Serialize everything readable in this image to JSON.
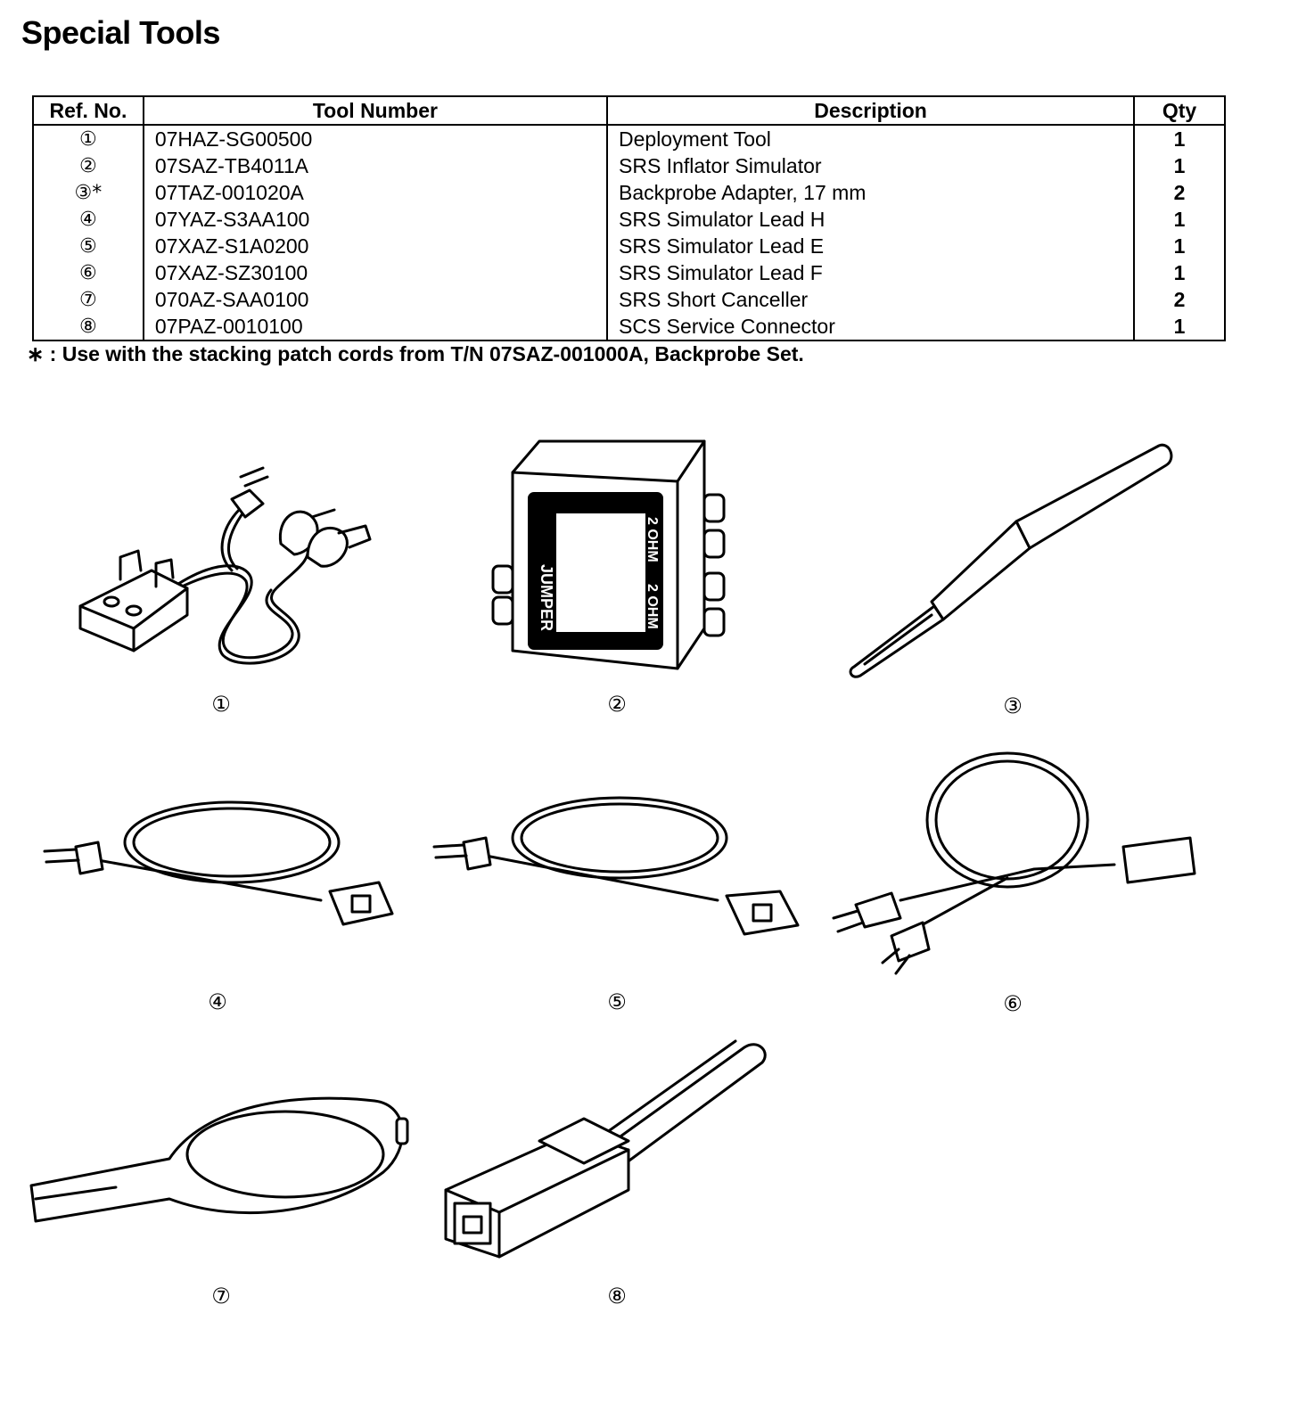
{
  "title": "Special Tools",
  "table": {
    "headers": {
      "ref": "Ref. No.",
      "tool": "Tool Number",
      "desc": "Description",
      "qty": "Qty"
    },
    "rows": [
      {
        "ref": "①",
        "tool": "07HAZ-SG00500",
        "desc": "Deployment Tool",
        "qty": "1"
      },
      {
        "ref": "②",
        "tool": "07SAZ-TB4011A",
        "desc": "SRS Inflator Simulator",
        "qty": "1"
      },
      {
        "ref": "③*",
        "tool": "07TAZ-001020A",
        "desc": "Backprobe Adapter, 17 mm",
        "qty": "2"
      },
      {
        "ref": "④",
        "tool": "07YAZ-S3AA100",
        "desc": "SRS Simulator Lead H",
        "qty": "1"
      },
      {
        "ref": "⑤",
        "tool": "07XAZ-S1A0200",
        "desc": "SRS Simulator Lead E",
        "qty": "1"
      },
      {
        "ref": "⑥",
        "tool": "07XAZ-SZ30100",
        "desc": "SRS Simulator Lead F",
        "qty": "1"
      },
      {
        "ref": "⑦",
        "tool": "070AZ-SAA0100",
        "desc": "SRS Short Canceller",
        "qty": "2"
      },
      {
        "ref": "⑧",
        "tool": "07PAZ-0010100",
        "desc": "SCS Service Connector",
        "qty": "1"
      }
    ]
  },
  "footnote": "∗ : Use with the stacking patch cords from T/N 07SAZ-001000A, Backprobe Set.",
  "illustrations": [
    {
      "caption": "①",
      "icon": "deployment-tool"
    },
    {
      "caption": "②",
      "icon": "inflator-simulator",
      "labels": {
        "jumper": "JUMPER",
        "ohm_a": "2 OHM",
        "ohm_b": "2 OHM"
      }
    },
    {
      "caption": "③",
      "icon": "backprobe-adapter"
    },
    {
      "caption": "④",
      "icon": "simulator-lead-h"
    },
    {
      "caption": "⑤",
      "icon": "simulator-lead-e"
    },
    {
      "caption": "⑥",
      "icon": "simulator-lead-f"
    },
    {
      "caption": "⑦",
      "icon": "short-canceller"
    },
    {
      "caption": "⑧",
      "icon": "service-connector"
    }
  ]
}
